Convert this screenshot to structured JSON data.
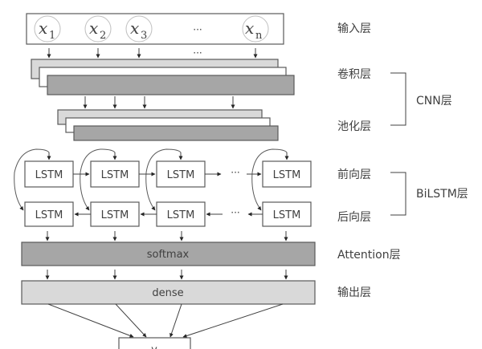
{
  "diagram": {
    "inputs": [
      {
        "var": "x",
        "sub": "1"
      },
      {
        "var": "x",
        "sub": "2"
      },
      {
        "var": "x",
        "sub": "3"
      },
      {
        "var": "x",
        "sub": "n"
      }
    ],
    "ellipsis": "···",
    "lstm_label": "LSTM",
    "softmax_label": "softmax",
    "dense_label": "dense",
    "output_label": "y",
    "colors": {
      "light_gray": "#d9d9d9",
      "white": "#ffffff",
      "dark_gray": "#a6a6a6",
      "stroke": "#595959"
    }
  },
  "side_labels": {
    "input": "输入层",
    "conv": "卷积层",
    "pool": "池化层",
    "cnn": "CNN层",
    "forward": "前向层",
    "backward": "后向层",
    "bilstm": "BiLSTM层",
    "attention": "Attention层",
    "output": "输出层"
  }
}
